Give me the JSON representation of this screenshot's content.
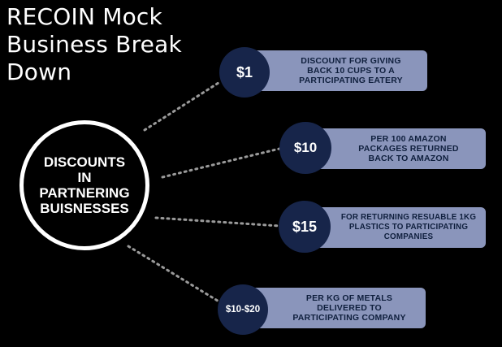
{
  "title": "RECOIN Mock Business Break Down",
  "hub": {
    "label": "DISCOUNTS\nIN\nPARTNERING\nBUISNESSES"
  },
  "items": [
    {
      "amount": "$1",
      "description": "DISCOUNT FOR GIVING\nBACK 10 CUPS TO A\nPARTICIPATING EATERY"
    },
    {
      "amount": "$10",
      "description": "PER 100 AMAZON\nPACKAGES RETURNED\nBACK TO AMAZON"
    },
    {
      "amount": "$15",
      "description": "FOR RETURNING RESUABLE 1KG\nPLASTICS TO PARTICIPATING\nCOMPANIES"
    },
    {
      "amount": "$10-$20",
      "description": "PER KG OF  METALS\nDELIVERED TO\nPARTICIPATING COMPANY"
    }
  ],
  "colors": {
    "background": "#000000",
    "badge": "#17254a",
    "card": "#8a95bb",
    "card_text": "#0f1f3d",
    "connector": "#9a9a9a"
  }
}
